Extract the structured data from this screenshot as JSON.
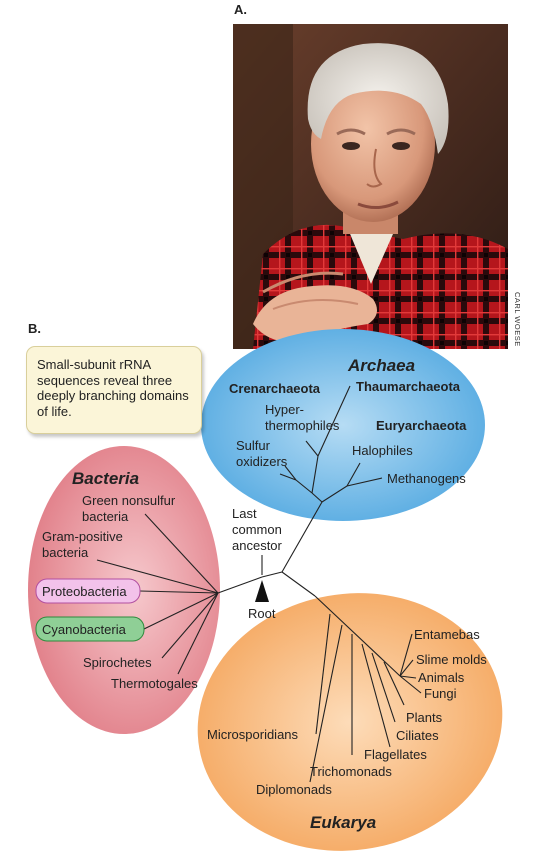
{
  "panel_a_label": "A.",
  "panel_b_label": "B.",
  "photo_credit": "CARL WOESE",
  "callout": "Small-subunit rRNA sequences reveal three deeply branching domains of life.",
  "domains": {
    "archaea": "Archaea",
    "bacteria": "Bacteria",
    "eukarya": "Eukarya"
  },
  "archaea_groups": {
    "crenarchaeota": "Crenarchaeota",
    "thaumarchaeota": "Thaumarchaeota",
    "euryarchaeota": "Euryarchaeota"
  },
  "archaea_taxa": {
    "hyper_line1": "Hyper-",
    "hyper_line2": "thermophiles",
    "sulfur_line1": "Sulfur",
    "sulfur_line2": "oxidizers",
    "halophiles": "Halophiles",
    "methanogens": "Methanogens"
  },
  "bacteria_taxa": {
    "green_line1": "Green nonsulfur",
    "green_line2": "bacteria",
    "gram_line1": "Gram-positive",
    "gram_line2": "bacteria",
    "proteobacteria": "Proteobacteria",
    "cyanobacteria": "Cyanobacteria",
    "spirochetes": "Spirochetes",
    "thermotogales": "Thermotogales"
  },
  "eukarya_taxa": {
    "entamebas": "Entamebas",
    "slime_molds": "Slime molds",
    "animals": "Animals",
    "fungi": "Fungi",
    "plants": "Plants",
    "ciliates": "Ciliates",
    "flagellates": "Flagellates",
    "trichomonads": "Trichomonads",
    "diplomonads": "Diplomonads",
    "microsporidians": "Microsporidians"
  },
  "lca": {
    "line1": "Last",
    "line2": "common",
    "line3": "ancestor"
  },
  "root": "Root",
  "colors": {
    "archaea_fill": "#4fa7e0",
    "archaea_fill_light": "#b6dcf4",
    "bacteria_fill": "#e07b85",
    "bacteria_fill_light": "#f6c9cd",
    "eukarya_fill": "#f4a45a",
    "eukarya_fill_light": "#fddcb9",
    "proteobacteria_box": "#f3c2ea",
    "cyanobacteria_box": "#8fcf96",
    "callout_bg": "#fbf5d8"
  }
}
